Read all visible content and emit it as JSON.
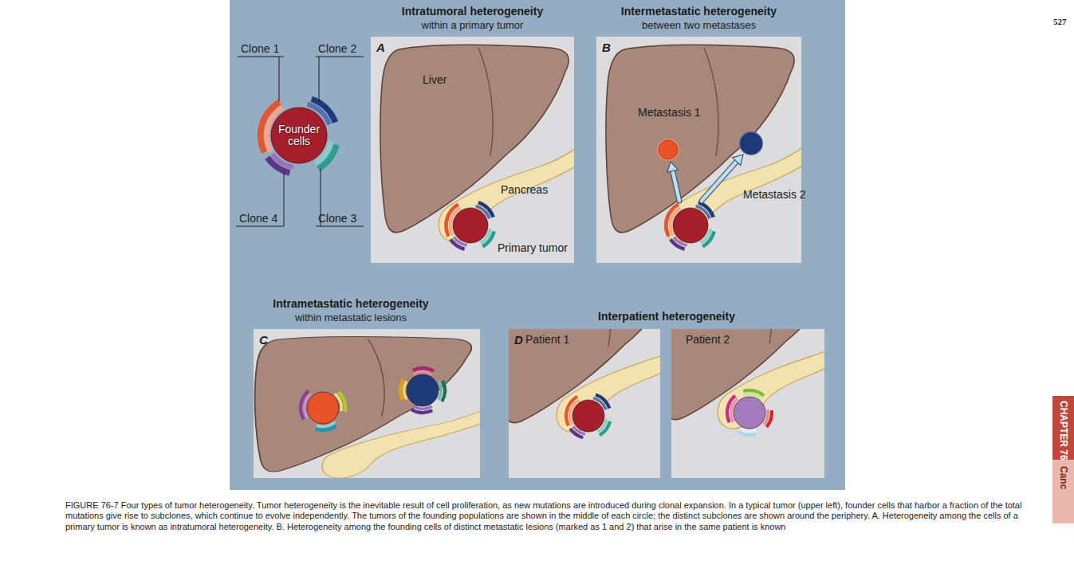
{
  "diagram": {
    "caption": "FIGURE 76-7 Four types of tumor heterogeneity. Tumor heterogeneity is the inevitable result of cell proliferation, as new mutations are introduced during clonal expansion. In a typical tumor (upper left), founder cells that harbor a fraction of the total mutations give rise to subclones, which continue to evolve independently. The tumors of the founding populations are shown in the middle of each circle; the distinct subclones are shown around the periphery. A. Heterogeneity among the cells of a primary tumor is known as intratumoral heterogeneity. B. Heterogeneity among the founding cells of distinct metastatic lesions (marked as 1 and 2) that arise in the same patient is known",
    "nodes": [
      {
        "text": [
          "Founder cells"
        ]
      },
      {
        "text": [
          "Intratumoral heterogeneity",
          "within a primary tumor",
          "A"
        ]
      },
      {
        "text": [
          "Intermetastatic heterogeneity",
          "between two metastases",
          "B"
        ]
      },
      {
        "text": [
          "Intrametastatic heterogeneity",
          "within metastatic lesions",
          "C"
        ]
      },
      {
        "text": [
          "D",
          "Patient 1"
        ]
      },
      {
        "text": [
          "Patient 2"
        ]
      }
    ],
    "labels": [
      "527",
      "Clone 1",
      "Clone 2",
      "Clone 4",
      "Clone 3",
      "Liver",
      "Pancreas",
      "Primary tumor",
      "Metastasis 1",
      "Metastasis 2",
      "Interpatient heterogeneity",
      "CHAPTER 76",
      "Canc"
    ]
  }
}
